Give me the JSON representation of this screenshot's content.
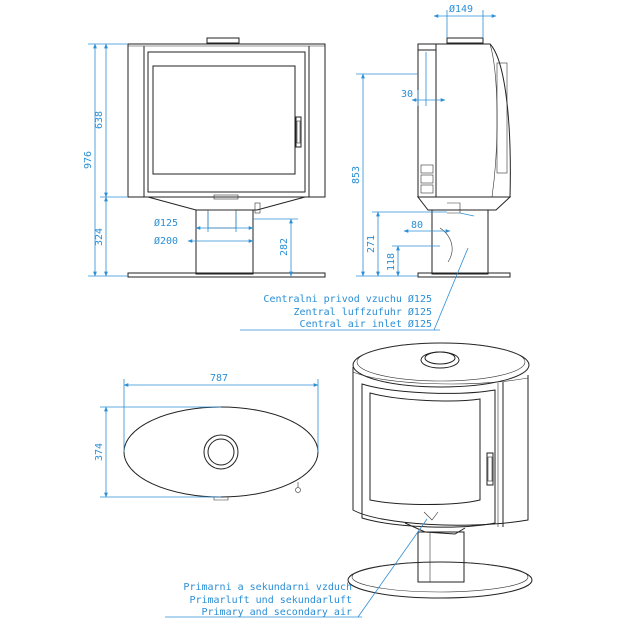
{
  "front_view": {
    "dim_total_height": "976",
    "dim_body_height": "638",
    "dim_pedestal_height": "324",
    "dim_outlet_height": "282",
    "dim_inner_diameter": "Ø125",
    "dim_outer_diameter": "Ø200"
  },
  "side_view": {
    "dim_flue_diameter": "Ø149",
    "dim_offset": "30",
    "dim_height": "853",
    "dim_inlet_height": "271",
    "dim_inlet_depth": "80",
    "dim_base_height": "118"
  },
  "central_air_label": {
    "line_cz": "Centralni privod vzuchu Ø125",
    "line_de": "Zentral luffzufuhr Ø125",
    "line_en": "Central air inlet Ø125"
  },
  "top_view": {
    "dim_width": "787",
    "dim_depth": "374"
  },
  "primary_air_label": {
    "line_cz": "Primarni a sekundarni vzduch",
    "line_de": "Primarluft und sekundarluft",
    "line_en": "Primary and secondary air"
  }
}
